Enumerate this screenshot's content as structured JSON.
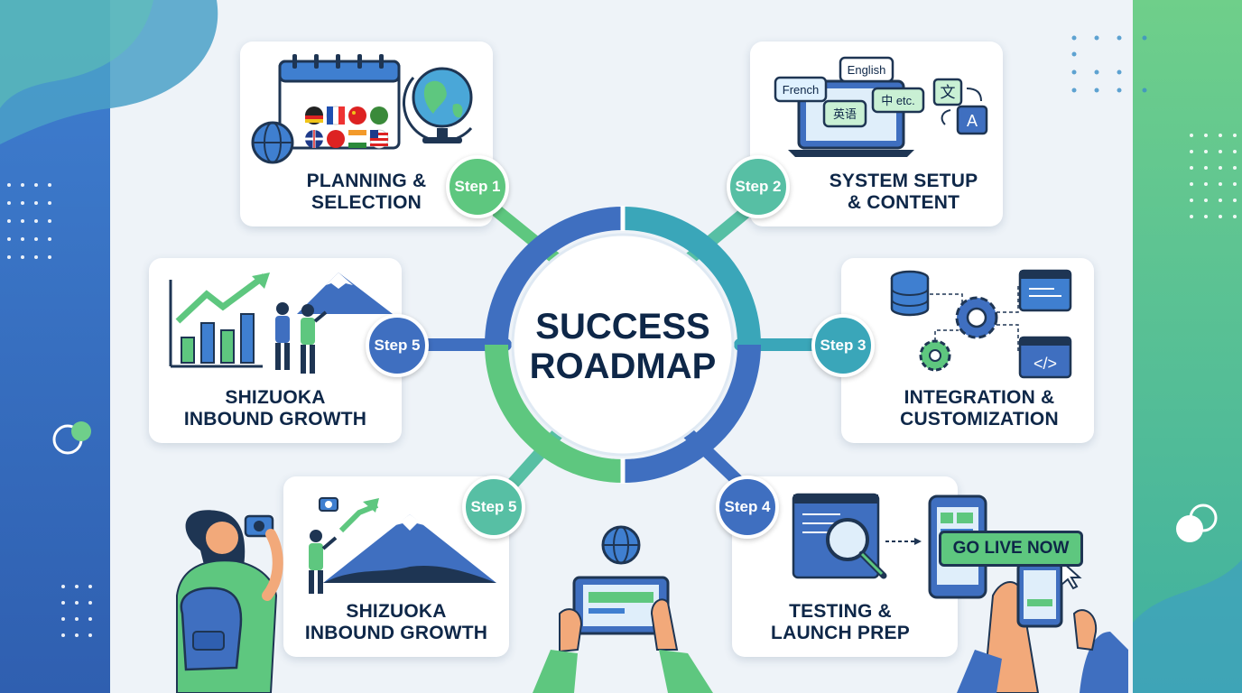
{
  "center": {
    "line1": "SUCCESS",
    "line2": "ROADMAP"
  },
  "cards": {
    "planning": {
      "line1": "PLANNING &",
      "line2": "SELECTION",
      "badge": "Step 1"
    },
    "system_setup": {
      "line1": "SYSTEM SETUP",
      "line2": "& CONTENT",
      "badge": "Step 2"
    },
    "integration": {
      "line1": "INTEGRATION &",
      "line2": "CUSTOMIZATION",
      "badge": "Step 3"
    },
    "testing": {
      "line1": "TESTING &",
      "line2": "LAUNCH PREP",
      "badge": "Step 4"
    },
    "growth_left": {
      "line1": "SHIZUOKA",
      "line2": "INBOUND GROWTH",
      "badge": "Step 5"
    },
    "growth_bottom": {
      "line1": "SHIZUOKA",
      "line2": "INBOUND GROWTH",
      "badge": "Step 5"
    }
  },
  "languages": {
    "english": "English",
    "french": "French",
    "chinese_simplified": "英语",
    "chinese_etc": "中 etc.",
    "kanji": "文",
    "latin": "A"
  },
  "launch": {
    "button": "GO LIVE NOW"
  },
  "code_icon": {
    "glyph": "</>"
  },
  "colors": {
    "green": "#5ec77f",
    "teal": "#3aa6b9",
    "blue": "#3f6fc0",
    "navy": "#0e2748",
    "background": "#eef3f8"
  },
  "icons": [
    "calendar-icon",
    "globe-icon",
    "flag-icon",
    "laptop-icon",
    "speech-bubble-icon",
    "translate-icon",
    "database-icon",
    "gear-icon",
    "code-window-icon",
    "growth-chart-icon",
    "mountain-fuji-icon",
    "traveler-icon",
    "magnifier-icon",
    "smartphone-icon",
    "tablet-icon",
    "camera-icon",
    "cursor-icon"
  ]
}
